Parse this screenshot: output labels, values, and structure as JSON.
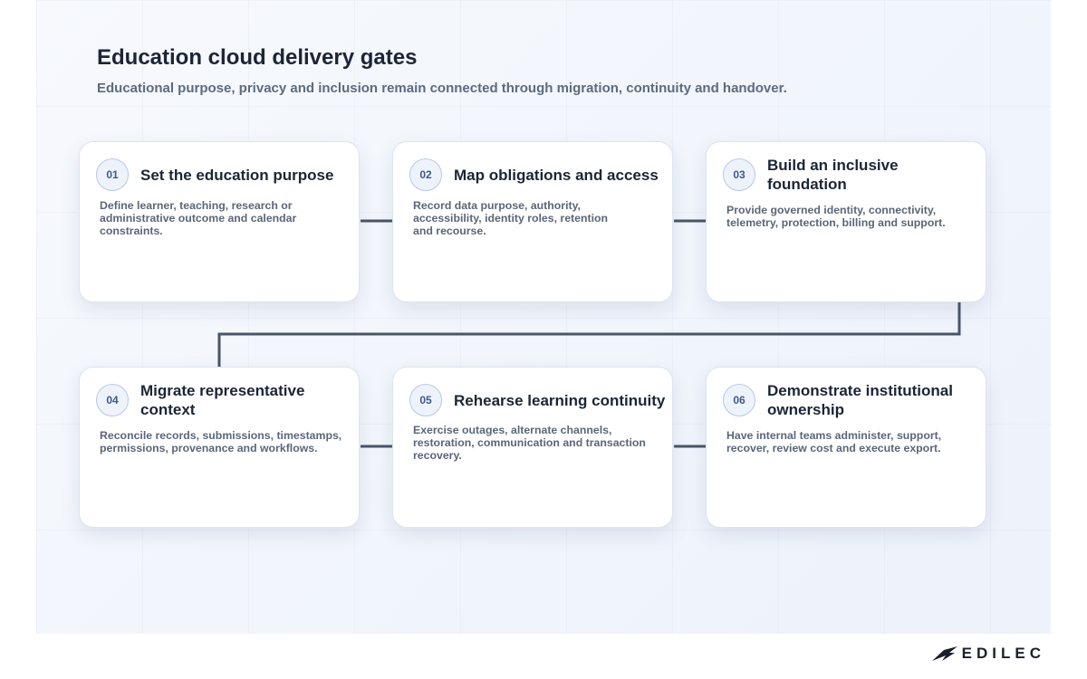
{
  "header": {
    "title": "Education cloud delivery gates",
    "subtitle": "Educational purpose, privacy and inclusion remain connected through migration, continuity and handover."
  },
  "steps": [
    {
      "number": "01",
      "title": "Set the education purpose",
      "description": "Define learner, teaching, research or\nadministrative outcome and calendar\nconstraints."
    },
    {
      "number": "02",
      "title": "Map obligations and access",
      "description": "Record data purpose, authority,\naccessibility, identity roles, retention\nand recourse."
    },
    {
      "number": "03",
      "title": "Build an inclusive foundation",
      "description": "Provide governed identity, connectivity,\ntelemetry, protection, billing and support."
    },
    {
      "number": "04",
      "title": "Migrate representative context",
      "description": "Reconcile records, submissions, timestamps,\npermissions, provenance and workflows."
    },
    {
      "number": "05",
      "title": "Rehearse learning continuity",
      "description": "Exercise outages, alternate channels,\nrestoration, communication and transaction\nrecovery."
    },
    {
      "number": "06",
      "title": "Demonstrate institutional ownership",
      "description": "Have internal teams administer, support,\nrecover, review cost and execute export."
    }
  ],
  "brand": {
    "name": "EDILEC"
  },
  "colors": {
    "connector": "#4a5568",
    "badge_text": "#3d5a8c",
    "title_text": "#1b2536"
  }
}
